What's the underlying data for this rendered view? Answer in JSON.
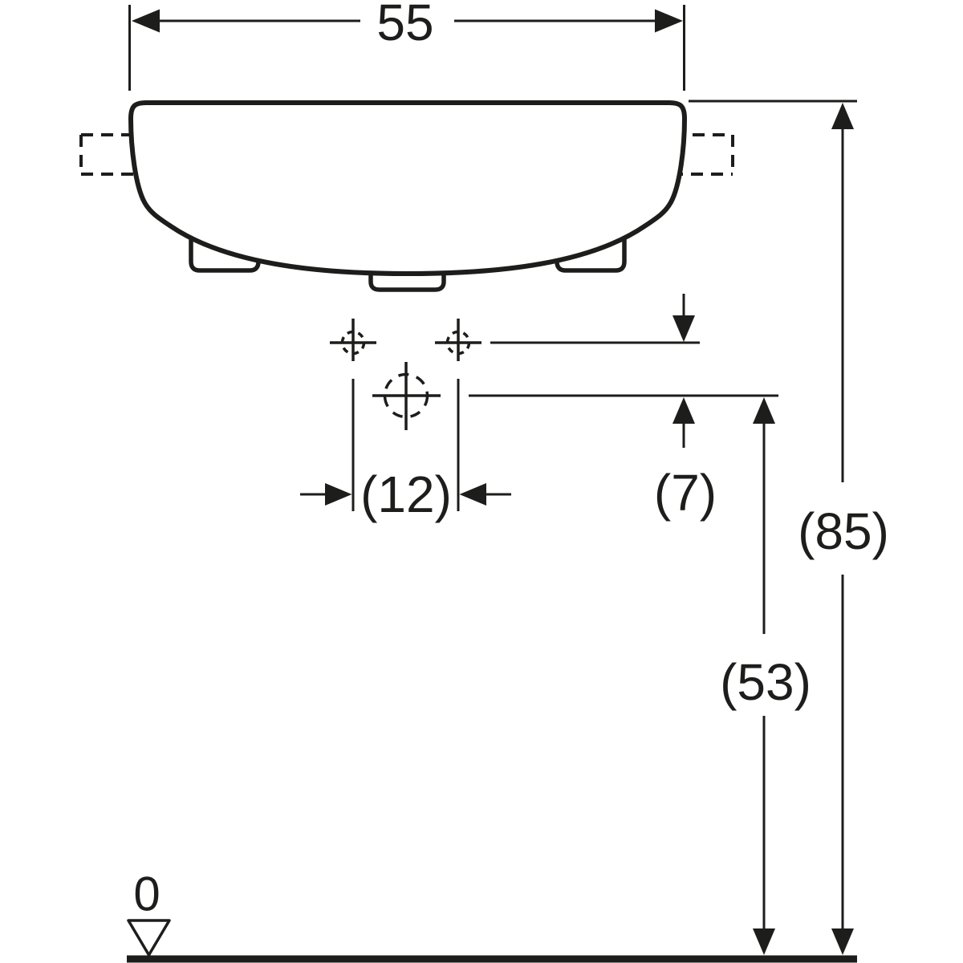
{
  "colors": {
    "line": "#1d1d1b",
    "background": "#ffffff"
  },
  "dimensions": {
    "overall_width": "55",
    "tap_hole_spacing": "(12)",
    "hole_vertical_offset": "(7)",
    "outlet_height_from_floor": "(53)",
    "rim_height_from_floor": "(85)",
    "floor_datum": "0"
  }
}
